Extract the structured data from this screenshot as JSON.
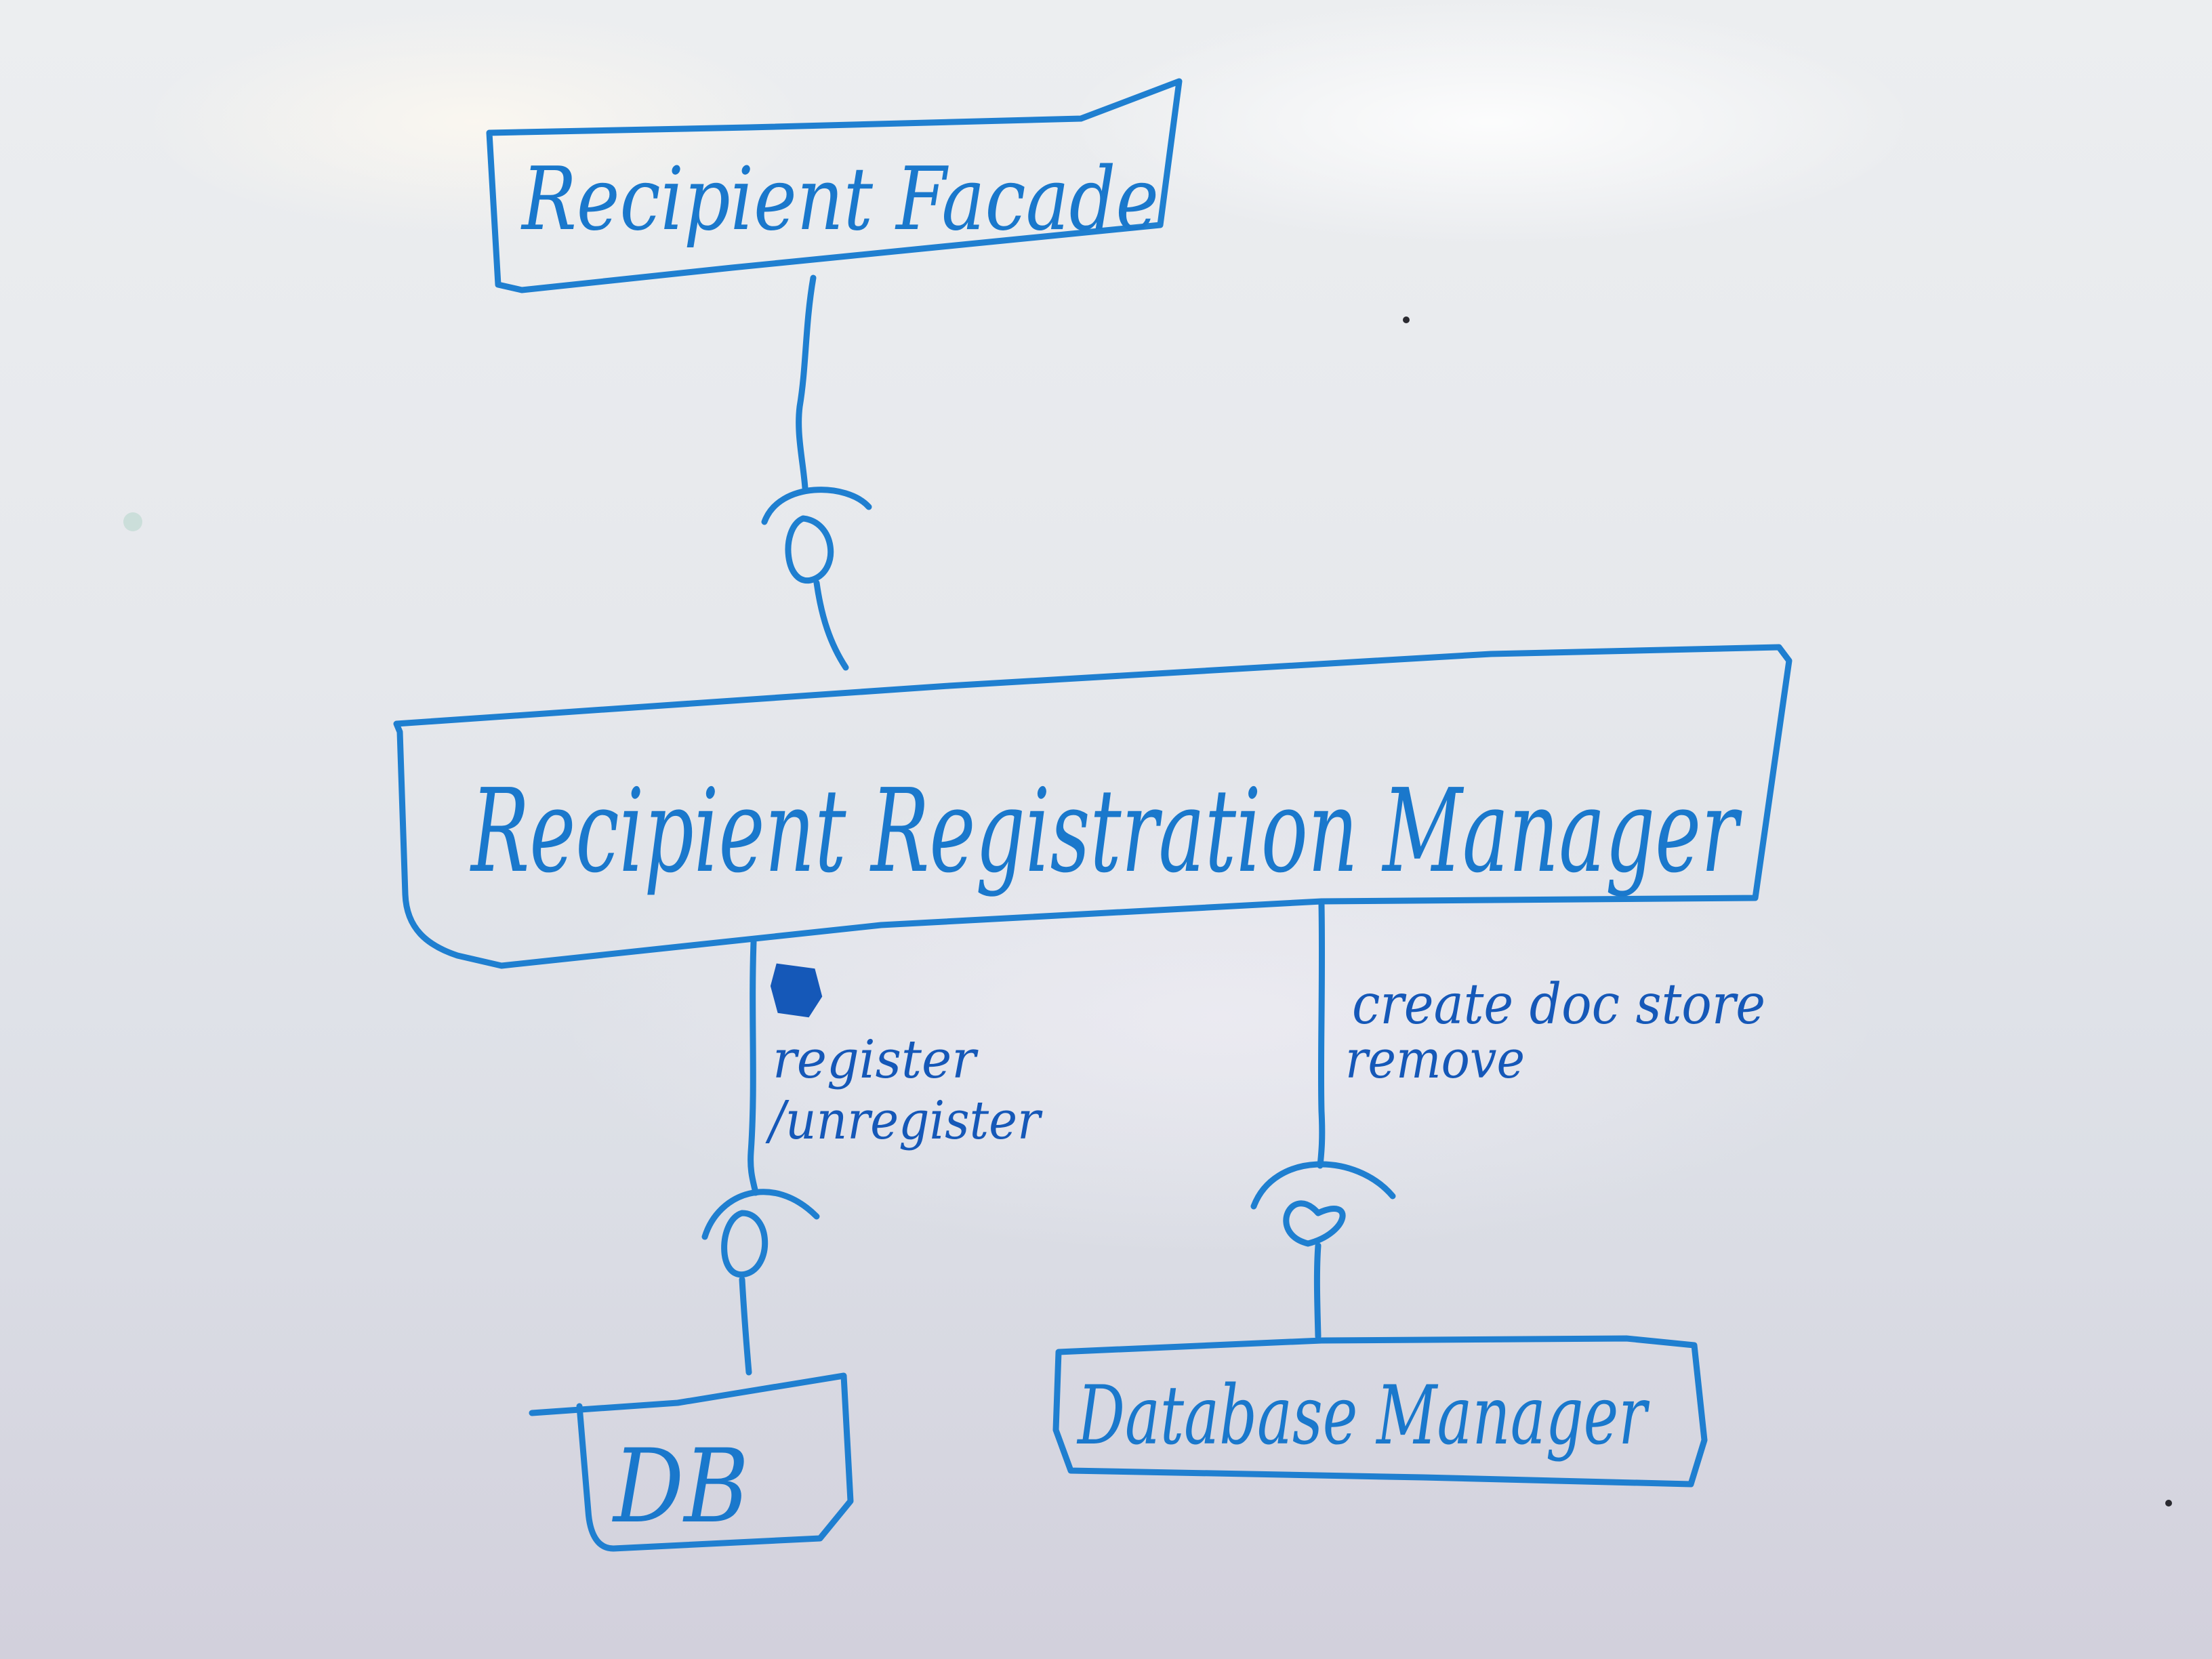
{
  "components": {
    "recipient_facade": "Recipient Facade",
    "registration_manager": "Recipient Registration Manager",
    "db": "DB",
    "database_manager": "Database Manager"
  },
  "interfaces": {
    "db_link": {
      "line1": "register",
      "line2": "/unregister"
    },
    "database_link": {
      "line1": "create doc store",
      "line2": "remove"
    }
  },
  "colors": {
    "marker": "#1f7fd0",
    "marker_dark": "#1558b8",
    "board": "#e4e6ea"
  }
}
